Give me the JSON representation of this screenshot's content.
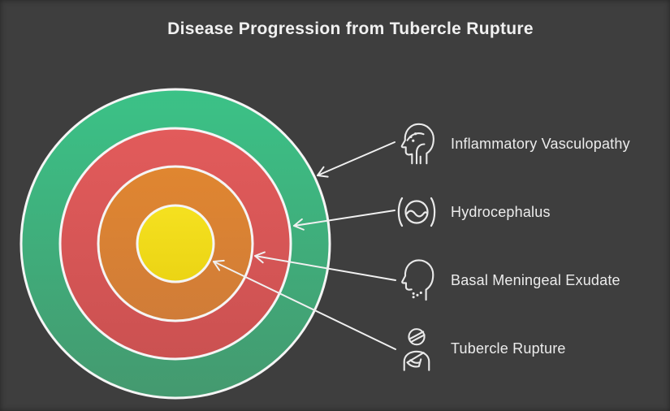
{
  "title": "Disease Progression from Tubercle Rupture",
  "colors": {
    "background": "#3e3e3e",
    "ring_stroke": "#f5f5f5",
    "arrow": "#f0f0f0",
    "text": "#ececec",
    "green_top": "#3bc287",
    "green_bottom": "#44996f",
    "red_top": "#e25b5b",
    "red_bottom": "#cb5151",
    "orange_top": "#e08630",
    "orange_bottom": "#d07c38",
    "yellow_top": "#f5e120",
    "yellow_bottom": "#ebd414"
  },
  "diagram": {
    "type": "onion-rings",
    "rings": [
      {
        "position": "outer",
        "color": "#3bc287",
        "label": "Inflammatory Vasculopathy"
      },
      {
        "position": "ring-2",
        "color": "#e25b5b",
        "label": "Hydrocephalus"
      },
      {
        "position": "ring-3",
        "color": "#e08630",
        "label": "Basal Meningeal Exudate"
      },
      {
        "position": "center",
        "color": "#f5e120",
        "label": "Tubercle Rupture"
      }
    ]
  },
  "legend": {
    "items": [
      {
        "label": "Inflammatory Vasculopathy",
        "icon": "head-inflamed-vessels-icon"
      },
      {
        "label": "Hydrocephalus",
        "icon": "skull-fluid-wave-icon"
      },
      {
        "label": "Basal Meningeal Exudate",
        "icon": "head-profile-exudate-icon"
      },
      {
        "label": "Tubercle Rupture",
        "icon": "injured-person-icon"
      }
    ]
  }
}
